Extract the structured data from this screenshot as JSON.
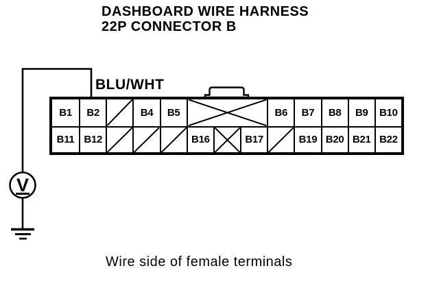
{
  "colors": {
    "ink": "#000000",
    "paper": "#ffffff"
  },
  "title": {
    "line1": "DASHBOARD WIRE HARNESS",
    "line2": "22P CONNECTOR B"
  },
  "wire_label": "BLU/WHT",
  "caption": "Wire side of female terminals",
  "voltmeter_label": "V",
  "connector": {
    "rows": [
      {
        "cells": [
          {
            "label": "B1",
            "type": "pin",
            "span": 1
          },
          {
            "label": "B2",
            "type": "pin",
            "span": 1
          },
          {
            "label": "",
            "type": "blocked",
            "span": 1
          },
          {
            "label": "B4",
            "type": "pin",
            "span": 1
          },
          {
            "label": "B5",
            "type": "pin",
            "span": 1
          },
          {
            "label": "",
            "type": "keyway",
            "span": 3
          },
          {
            "label": "B6",
            "type": "pin",
            "span": 1
          },
          {
            "label": "B7",
            "type": "pin",
            "span": 1
          },
          {
            "label": "B8",
            "type": "pin",
            "span": 1
          },
          {
            "label": "B9",
            "type": "pin",
            "span": 1
          },
          {
            "label": "B10",
            "type": "pin",
            "span": 1
          }
        ]
      },
      {
        "cells": [
          {
            "label": "B11",
            "type": "pin",
            "span": 1
          },
          {
            "label": "B12",
            "type": "pin",
            "span": 1
          },
          {
            "label": "",
            "type": "blocked",
            "span": 1
          },
          {
            "label": "",
            "type": "blocked",
            "span": 1
          },
          {
            "label": "",
            "type": "blocked",
            "span": 1
          },
          {
            "label": "B16",
            "type": "pin",
            "span": 1
          },
          {
            "label": "",
            "type": "keyway",
            "span": 1
          },
          {
            "label": "B17",
            "type": "pin",
            "span": 1
          },
          {
            "label": "",
            "type": "blocked",
            "span": 1
          },
          {
            "label": "B19",
            "type": "pin",
            "span": 1
          },
          {
            "label": "B20",
            "type": "pin",
            "span": 1
          },
          {
            "label": "B21",
            "type": "pin",
            "span": 1
          },
          {
            "label": "B22",
            "type": "pin",
            "span": 1
          }
        ]
      }
    ]
  }
}
